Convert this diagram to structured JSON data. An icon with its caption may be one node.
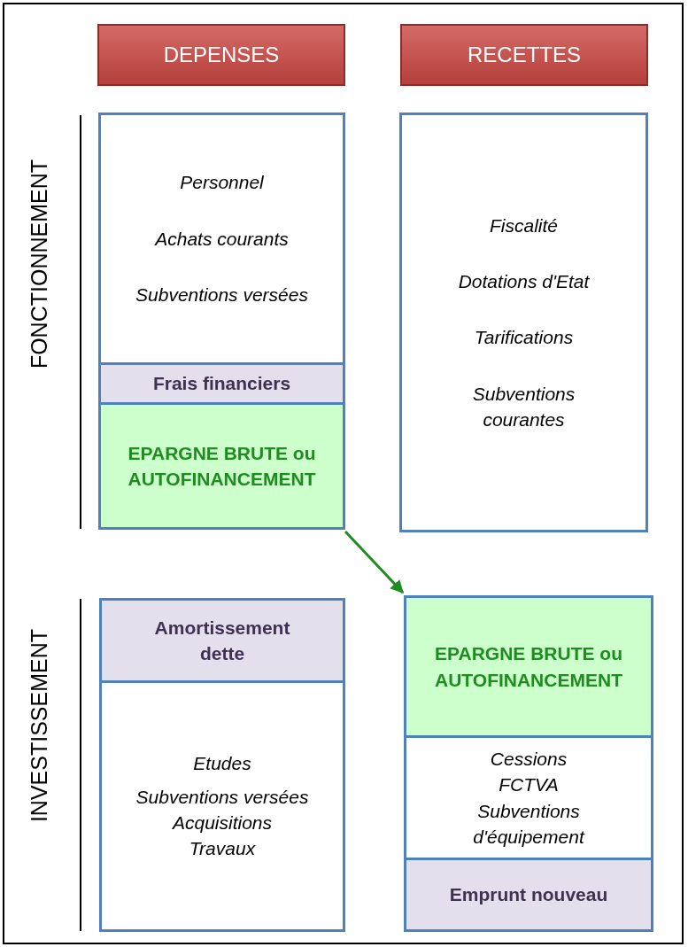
{
  "diagram": {
    "nodes": [
      {
        "text": [
          "DEPENSES"
        ]
      },
      {
        "text": [
          "RECETTES"
        ]
      },
      {
        "text": [
          "Personnel",
          "Achats courants",
          "Subventions versées"
        ]
      },
      {
        "text": [
          "Frais financiers"
        ]
      },
      {
        "text": [
          "EPARGNE BRUTE ou AUTOFINANCEMENT"
        ]
      },
      {
        "text": [
          "Fiscalité",
          "Dotations d'Etat",
          "Tarifications",
          "Subventions courantes"
        ]
      },
      {
        "text": [
          "Amortissement dette"
        ]
      },
      {
        "text": [
          "Etudes",
          "Subventions versées",
          "Acquisitions",
          "Travaux"
        ]
      },
      {
        "text": [
          "EPARGNE BRUTE ou AUTOFINANCEMENT"
        ]
      },
      {
        "text": [
          "Cessions",
          "FCTVA",
          "Subventions d'équipement"
        ]
      },
      {
        "text": [
          "Emprunt nouveau"
        ]
      }
    ],
    "edges": [
      {
        "from": 4,
        "to": 8,
        "arrow": "to",
        "color": "#1e8c1e"
      }
    ],
    "labels": [
      "FONCTIONNEMENT",
      "INVESTISSEMENT"
    ]
  }
}
